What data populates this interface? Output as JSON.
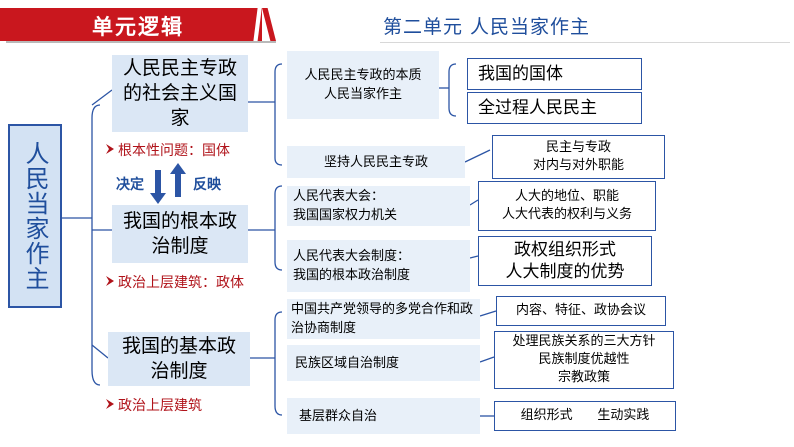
{
  "header": {
    "section_label": "单元逻辑",
    "unit_title": "第二单元  人民当家作主"
  },
  "root": "人民当家作主",
  "level1": [
    {
      "text": "人民民主专政的社会主义国家",
      "note": "根本性问题：国体"
    },
    {
      "text": "我国的根本政治制度",
      "note": "政治上层建筑：政体"
    },
    {
      "text": "我国的基本政治制度",
      "note": "政治上层建筑"
    }
  ],
  "arrows": {
    "down_label": "决定",
    "up_label": "反映"
  },
  "level2": [
    "人民民主专政的本质\n人民当家作主",
    "坚持人民民主专政",
    "人民代表大会：\n我国国家权力机关",
    "人民代表大会制度：\n我国的根本政治制度",
    "中国共产党领导的多党合作和政治协商制度",
    "民族区域自治制度",
    "基层群众自治"
  ],
  "level3": [
    "我国的国体",
    "全过程人民民主",
    "民主与专政\n对内与对外职能",
    "人大的地位、职能\n人大代表的权利与义务",
    "政权组织形式\n人大制度的优势",
    "内容、特征、政协会议",
    "处理民族关系的三大方针\n民族制度优越性\n宗教政策",
    "组织形式      生动实践"
  ],
  "colors": {
    "header_red": "#c9171e",
    "title_blue": "#1f4e9c",
    "line_blue": "#2c55a5",
    "note_red": "#b0131a",
    "box_fill": "#dbe7f5"
  }
}
